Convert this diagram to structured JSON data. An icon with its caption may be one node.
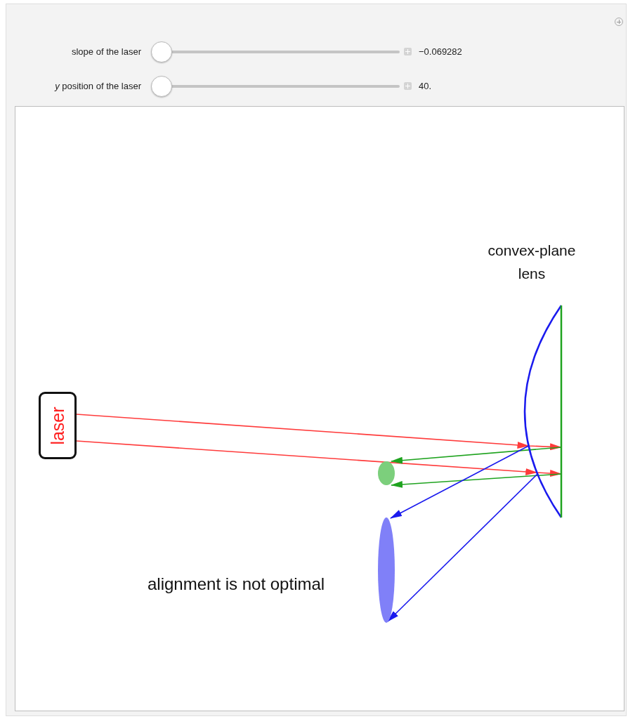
{
  "diagram": {
    "nodes": [
      {
        "text": [],
        "shape": "lens",
        "beside": [
          "convex-plane lens"
        ]
      },
      {
        "text": [
          "laser"
        ]
      },
      {
        "text": [],
        "shape": "ellipse"
      },
      {
        "text": [],
        "shape": "ellipse"
      }
    ],
    "edges": [
      {
        "from": 1,
        "to": 0,
        "arrow": "to",
        "color": "#ff3b3b"
      },
      {
        "from": 1,
        "to": 0,
        "arrow": "to",
        "color": "#ff3b3b"
      },
      {
        "from": 0,
        "to": 2,
        "arrow": "to",
        "color": "#1fa31f"
      },
      {
        "from": 0,
        "to": 2,
        "arrow": "to",
        "color": "#1fa31f"
      },
      {
        "from": 0,
        "to": 3,
        "arrow": "to",
        "color": "#1a1aee"
      },
      {
        "from": 0,
        "to": 3,
        "arrow": "to",
        "color": "#1a1aee"
      }
    ],
    "labels": [
      "slope of the laser",
      "−0.069282",
      "*y* position of the laser",
      "40.",
      "alignment is not optimal"
    ]
  }
}
